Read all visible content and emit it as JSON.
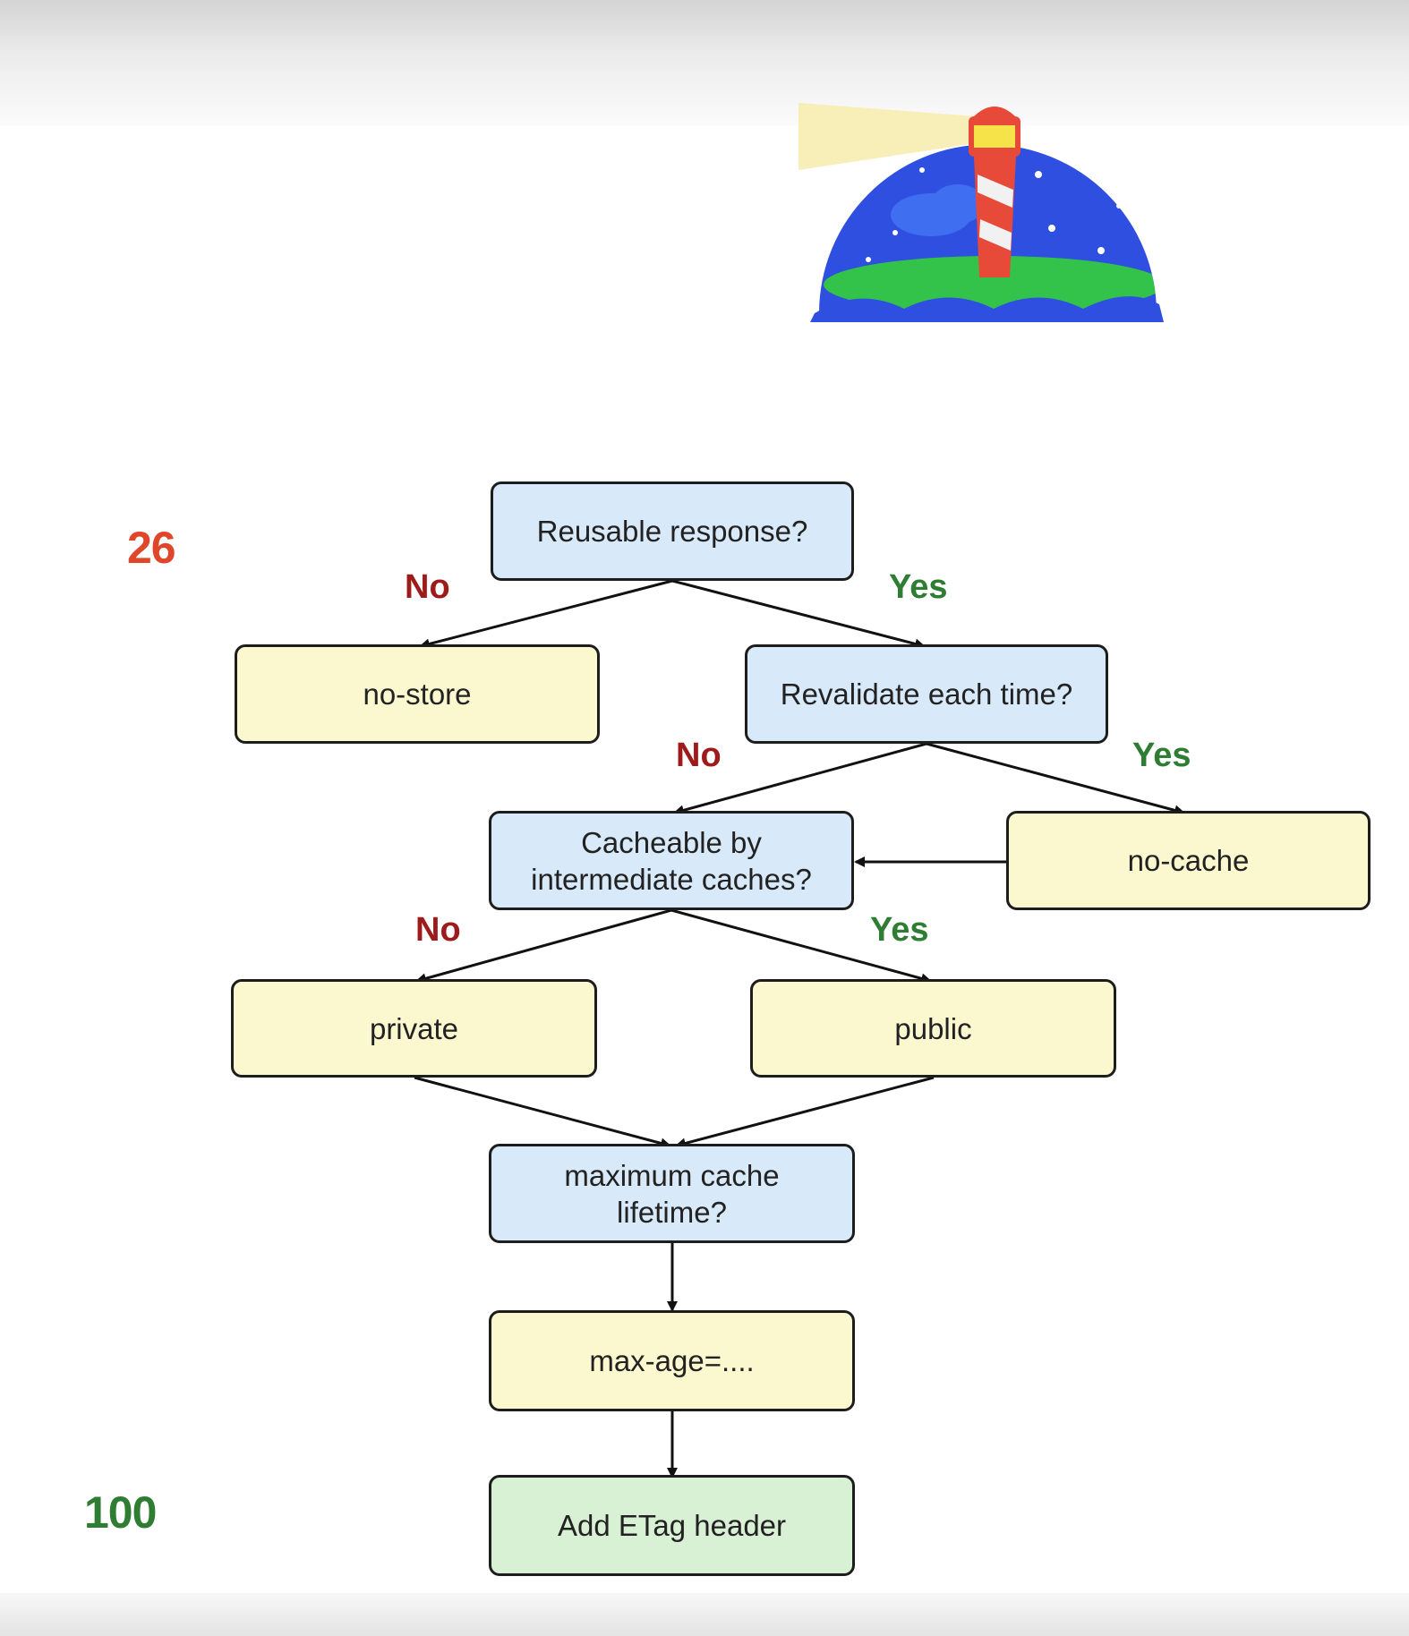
{
  "logo": {
    "name": "lighthouse-logo"
  },
  "scores": {
    "top": "26",
    "bottom": "100"
  },
  "nodes": {
    "reusable": "Reusable response?",
    "no_store": "no-store",
    "revalidate": "Revalidate each time?",
    "cacheable": "Cacheable by intermediate caches?",
    "no_cache": "no-cache",
    "private": "private",
    "public": "public",
    "max_lifetime": "maximum cache lifetime?",
    "max_age": "max-age=....",
    "etag": "Add ETag header"
  },
  "edge_labels": {
    "reusable_no": "No",
    "reusable_yes": "Yes",
    "revalidate_no": "No",
    "revalidate_yes": "Yes",
    "cacheable_no": "No",
    "cacheable_yes": "Yes"
  },
  "colors": {
    "question": "#d8e9f9",
    "answer": "#fbf8cf",
    "end": "#d8f0d3",
    "no": "#9e1b1b",
    "yes": "#2e7d32",
    "score_low": "#e0462a",
    "score_high": "#2e7d32"
  }
}
